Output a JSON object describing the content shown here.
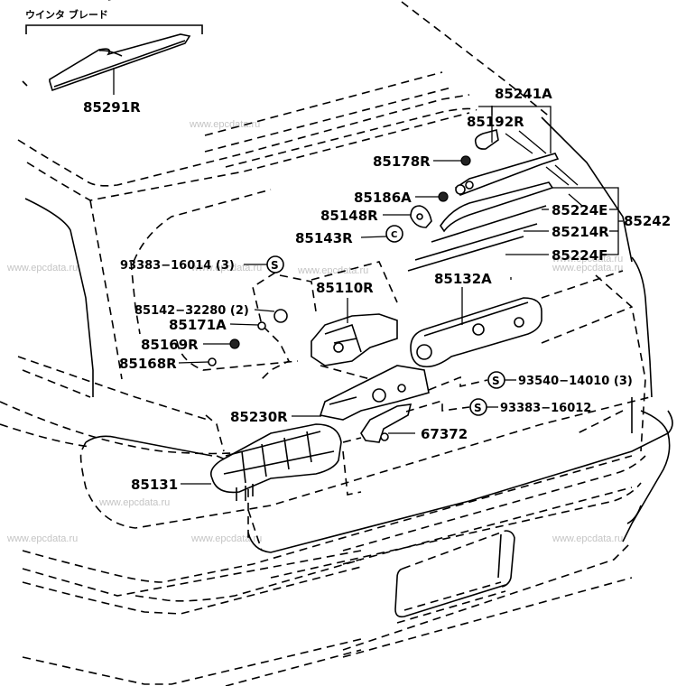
{
  "diagram": {
    "title_jp": "ウインタ ブレード",
    "watermark": "www.epcdata.ru",
    "parts": [
      {
        "id": "85291R",
        "label": "85291R"
      },
      {
        "id": "85241A",
        "label": "85241A"
      },
      {
        "id": "85192R",
        "label": "85192R"
      },
      {
        "id": "85178R",
        "label": "85178R"
      },
      {
        "id": "85186A",
        "label": "85186A"
      },
      {
        "id": "85148R",
        "label": "85148R"
      },
      {
        "id": "85143R",
        "label": "85143R"
      },
      {
        "id": "85224E",
        "label": "85224E"
      },
      {
        "id": "85214R",
        "label": "85214R"
      },
      {
        "id": "85224F",
        "label": "85224F"
      },
      {
        "id": "85242",
        "label": "85242"
      },
      {
        "id": "93383-16014",
        "label": "93383−16014 (3)"
      },
      {
        "id": "85110R",
        "label": "85110R"
      },
      {
        "id": "85132A",
        "label": "85132A"
      },
      {
        "id": "85142-32280",
        "label": "85142−32280 (2)"
      },
      {
        "id": "85171A",
        "label": "85171A"
      },
      {
        "id": "85169R",
        "label": "85169R"
      },
      {
        "id": "85168R",
        "label": "85168R"
      },
      {
        "id": "93540-14010",
        "label": "93540−14010 (3)"
      },
      {
        "id": "93383-16012",
        "label": "93383−16012"
      },
      {
        "id": "85230R",
        "label": "85230R"
      },
      {
        "id": "67372",
        "label": "67372"
      },
      {
        "id": "85131",
        "label": "85131"
      }
    ],
    "s_symbol": "S"
  }
}
